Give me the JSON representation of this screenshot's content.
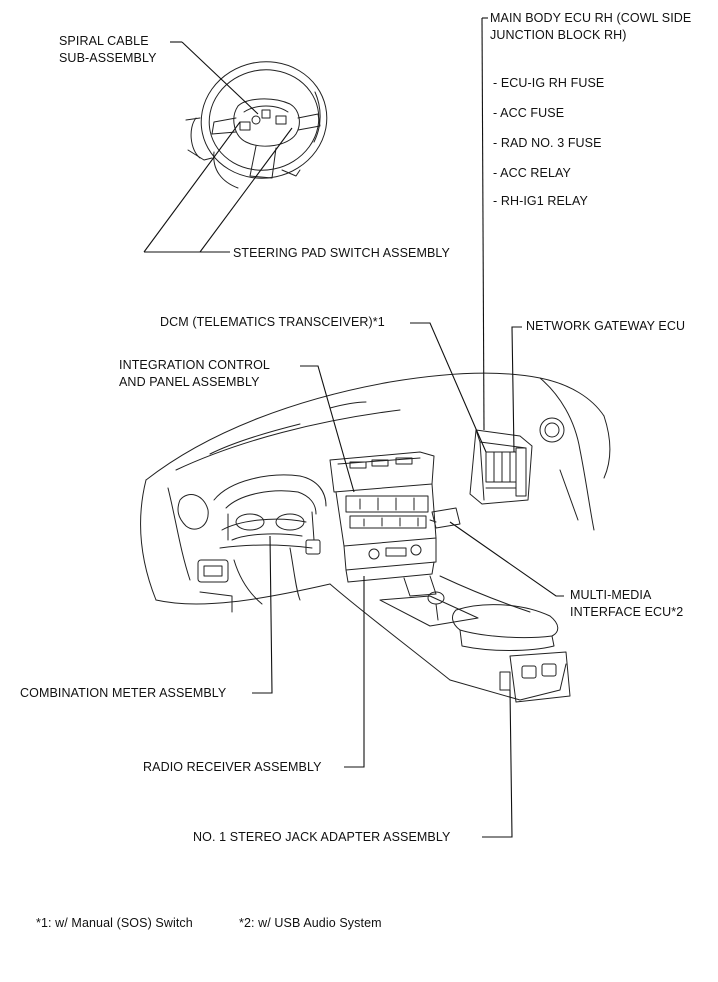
{
  "labels": {
    "spiral_cable": [
      "SPIRAL CABLE",
      "SUB-ASSEMBLY"
    ],
    "main_body_ecu": [
      "MAIN BODY ECU RH (COWL SIDE",
      "JUNCTION BLOCK RH)"
    ],
    "fuses": [
      "- ECU-IG RH FUSE",
      "- ACC FUSE",
      "- RAD NO. 3 FUSE",
      "- ACC RELAY",
      "- RH-IG1 RELAY"
    ],
    "steering_pad": "STEERING PAD SWITCH ASSEMBLY",
    "dcm": "DCM (TELEMATICS TRANSCEIVER)*1",
    "network_gateway": "NETWORK GATEWAY ECU",
    "integration_control": [
      "INTEGRATION CONTROL",
      "AND PANEL ASSEMBLY"
    ],
    "multimedia_ecu": [
      "MULTI-MEDIA",
      "INTERFACE ECU*2"
    ],
    "combination_meter": "COMBINATION METER ASSEMBLY",
    "radio_receiver": "RADIO RECEIVER ASSEMBLY",
    "stereo_jack": "NO. 1 STEREO JACK ADAPTER ASSEMBLY"
  },
  "footnotes": {
    "note1": "*1: w/ Manual (SOS) Switch",
    "note2": "*2: w/ USB Audio System"
  }
}
